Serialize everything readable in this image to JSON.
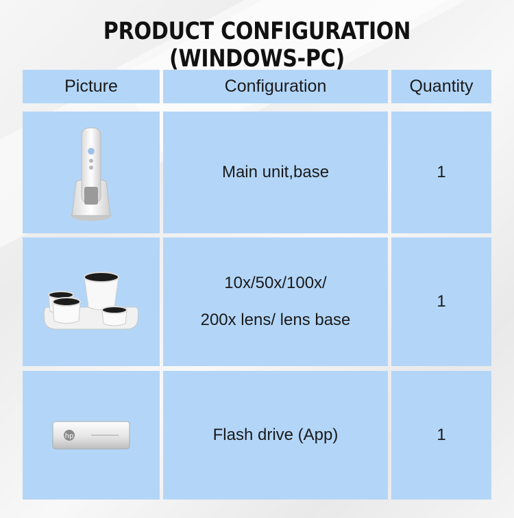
{
  "title": "PRODUCT CONFIGURATION (WINDOWS-PC)",
  "headers": {
    "picture": "Picture",
    "configuration": "Configuration",
    "quantity": "Quantity"
  },
  "rows": [
    {
      "picture_icon": "handheld-unit-image",
      "config": "Main unit,base",
      "quantity": "1"
    },
    {
      "picture_icon": "lens-set-image",
      "config_line1": "10x/50x/100x/",
      "config_line2": "200x lens/ lens base",
      "quantity": "1"
    },
    {
      "picture_icon": "flash-drive-image",
      "config": "Flash drive (App)",
      "quantity": "1"
    }
  ],
  "colors": {
    "cell_bg": "#b3d6f8",
    "text": "#1a1a1a"
  }
}
